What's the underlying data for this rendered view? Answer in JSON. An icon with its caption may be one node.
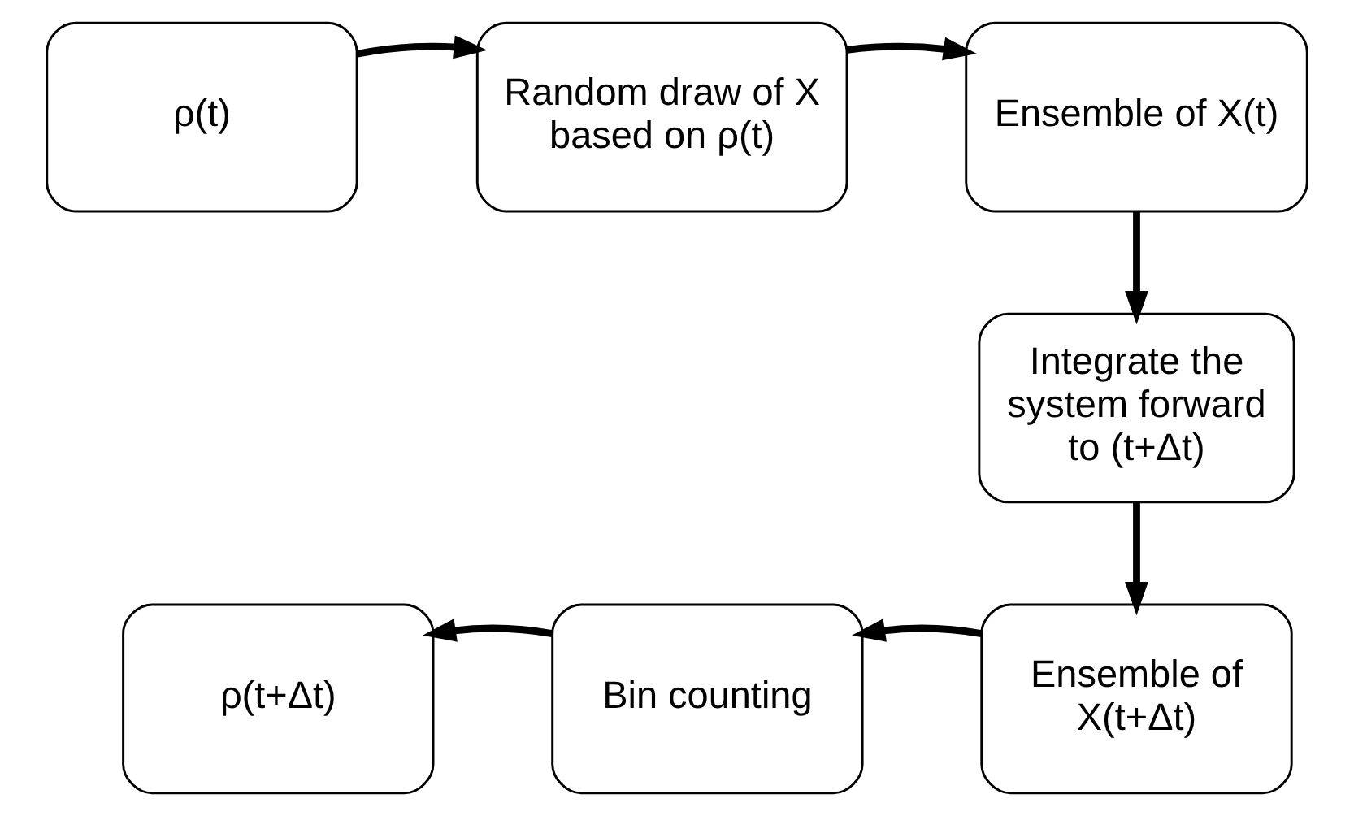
{
  "diagram": {
    "nodes": [
      {
        "text": [
          "ρ(t)"
        ]
      },
      {
        "text": [
          "Random draw of X based on ρ(t)"
        ]
      },
      {
        "text": [
          "Ensemble of X(t)"
        ]
      },
      {
        "text": [
          "Integrate the system forward to (t+Δt)"
        ]
      },
      {
        "text": [
          "Ensemble of X(t+Δt)"
        ]
      },
      {
        "text": [
          "Bin counting"
        ]
      },
      {
        "text": [
          "ρ(t+Δt)"
        ]
      }
    ],
    "edges": [
      {
        "from": 0,
        "to": 1,
        "arrow": "to"
      },
      {
        "from": 1,
        "to": 2,
        "arrow": "to"
      },
      {
        "from": 2,
        "to": 3,
        "arrow": "to"
      },
      {
        "from": 3,
        "to": 4,
        "arrow": "to"
      },
      {
        "from": 4,
        "to": 5,
        "arrow": "to"
      },
      {
        "from": 5,
        "to": 6,
        "arrow": "to"
      }
    ]
  }
}
